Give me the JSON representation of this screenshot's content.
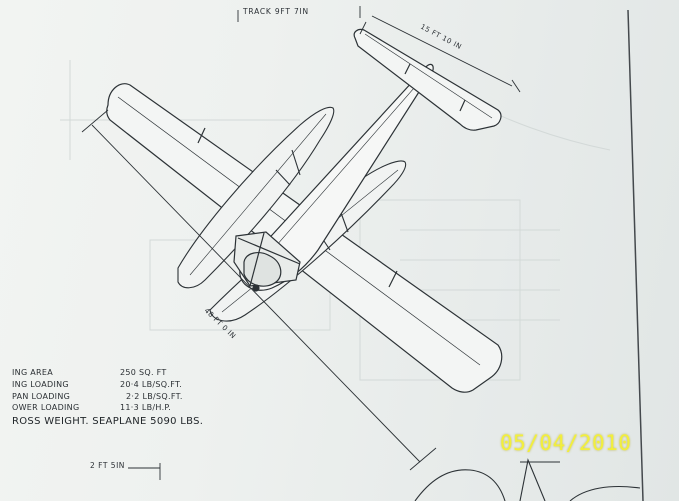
{
  "dimensions": {
    "track": "TRACK 9FT 7IN",
    "tailplane_span": "15 FT 10 IN",
    "wing_span": "48 FT 0 IN",
    "bottom_dim": "2 FT 5IN"
  },
  "specs": [
    {
      "label": "ING AREA",
      "value": "250 SQ. FT"
    },
    {
      "label": "ING LOADING",
      "value": "20·4 LB/SQ.FT."
    },
    {
      "label": "PAN LOADING",
      "value": "2·2 LB/SQ.FT."
    },
    {
      "label": "OWER LOADING",
      "value": "11·3 LB/H.P."
    }
  ],
  "gross_weight": "ROSS WEIGHT. SEAPLANE 5090 LBS.",
  "date_stamp": "05/04/2010",
  "colors": {
    "paper": "#eef1ef",
    "ink": "#2a2f33",
    "stamp": "#f2ef3c"
  }
}
